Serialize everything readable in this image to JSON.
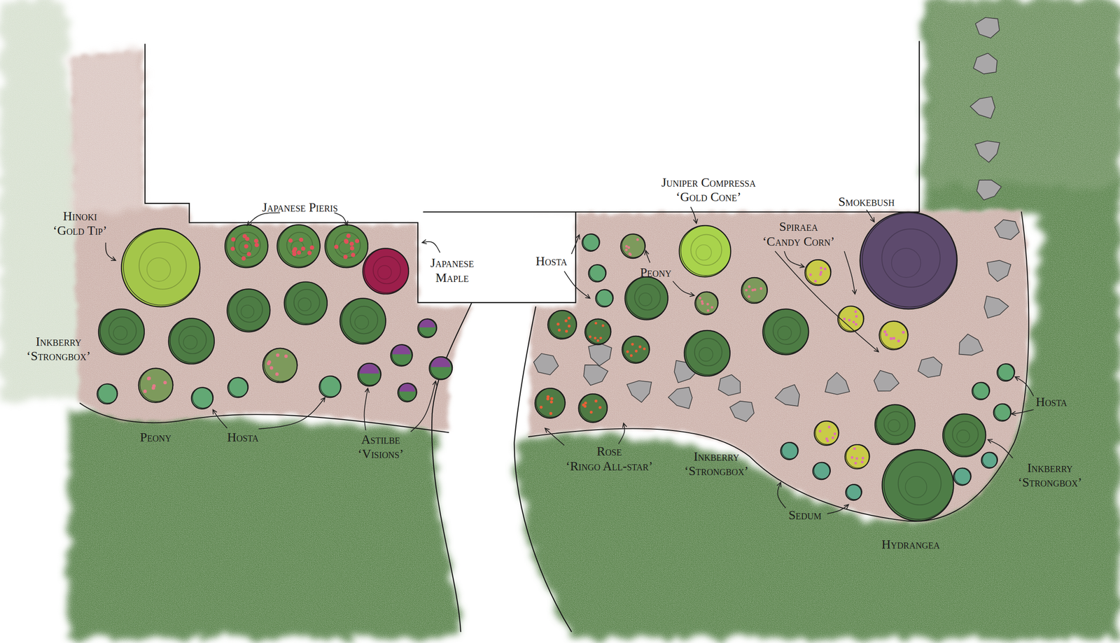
{
  "diagram": {
    "labels": [
      "Japanese Pieris",
      "Juniper Compressa ‘Gold Cone’",
      "Smokebush",
      "Hinoki ‘Gold Tip’",
      "Spiraea ‘Candy Corn’",
      "Japanese Maple",
      "Hosta",
      "Peony",
      "Inkberry ‘Strongbox’",
      "Hosta",
      "Peony",
      "Hosta",
      "Astilbe ‘Visions’",
      "Rose ‘Ringo All-star’",
      "Inkberry ‘Strongbox’",
      "Inkberry ‘Strongbox’",
      "Sedum",
      "Hydrangea"
    ]
  }
}
